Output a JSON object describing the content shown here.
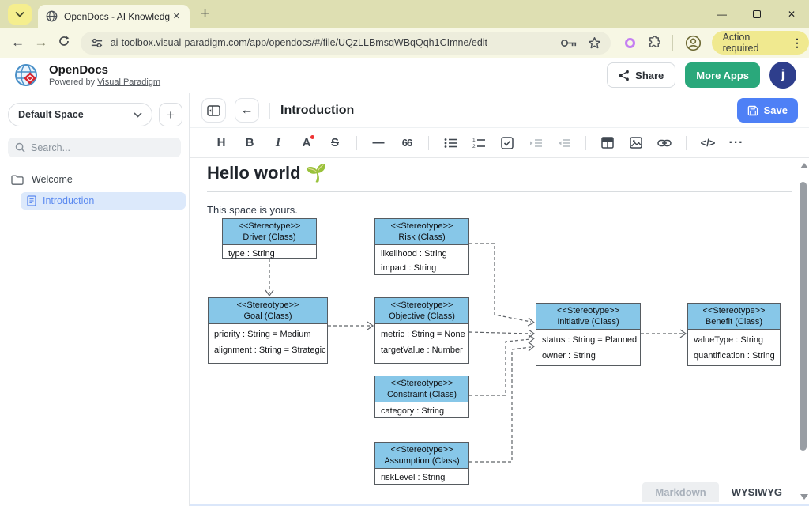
{
  "browser": {
    "tab_title": "OpenDocs - AI Knowledge Base",
    "url": "ai-toolbox.visual-paradigm.com/app/opendocs/#/file/UQzLLBmsqWBqQqh1CImne/edit",
    "action_required_label": "Action required"
  },
  "icons": {
    "back": "←",
    "forward": "→",
    "tab_close": "✕",
    "window_close": "✕",
    "window_minimize": "—",
    "new_tab": "+",
    "kebab": "⋮",
    "plus": "+"
  },
  "header": {
    "app_name": "OpenDocs",
    "powered_by_prefix": "Powered by ",
    "powered_by_link": "Visual Paradigm",
    "share_label": "Share",
    "more_apps_label": "More Apps",
    "avatar_initial": "j"
  },
  "sidebar": {
    "space_selector_value": "Default Space",
    "search_placeholder": "Search...",
    "tree": [
      {
        "label": "Welcome",
        "type": "folder"
      },
      {
        "label": "Introduction",
        "type": "document",
        "selected": true
      }
    ]
  },
  "doc": {
    "title": "Introduction",
    "save_label": "Save",
    "heading": "Hello world 🌱",
    "intro_text": "This space is yours.",
    "footer": {
      "markdown_label": "Markdown",
      "wysiwyg_label": "WYSIWYG"
    }
  },
  "editor_toolbar": {
    "heading": "H",
    "bold": "B",
    "italic": "I",
    "text_color": "A",
    "strikethrough": "S",
    "horizontal_rule": "—",
    "blockquote": "66",
    "code": "</>",
    "more": "···"
  },
  "diagram": {
    "stereotype_label": "<<Stereotype>>",
    "classes": [
      {
        "name": "Driver (Class)",
        "attrs": [
          "type : String"
        ]
      },
      {
        "name": "Risk (Class)",
        "attrs": [
          "likelihood : String",
          "impact : String"
        ]
      },
      {
        "name": "Goal (Class)",
        "attrs": [
          "priority : String = Medium",
          "alignment : String = Strategic"
        ]
      },
      {
        "name": "Objective (Class)",
        "attrs": [
          "metric : String = None",
          "targetValue : Number"
        ]
      },
      {
        "name": "Initiative (Class)",
        "attrs": [
          "status : String = Planned",
          "owner : String"
        ]
      },
      {
        "name": "Benefit (Class)",
        "attrs": [
          "valueType : String",
          "quantification : String"
        ]
      },
      {
        "name": "Constraint (Class)",
        "attrs": [
          "category : String"
        ]
      },
      {
        "name": "Assumption (Class)",
        "attrs": [
          "riskLevel : String"
        ]
      }
    ],
    "colors": {
      "header_fill": "#87c7e8",
      "border": "#565b60"
    }
  },
  "theme_colors": {
    "tab_strip_bg": "#dedfb2",
    "toolbar_bg": "#f7f7e4",
    "action_pill_bg": "#f0e98f",
    "more_apps_green": "#2aa87b",
    "save_blue": "#4e80f6",
    "avatar_navy": "#2e3e8c",
    "selected_item_bg": "#dce9fb",
    "selected_item_text": "#5b8af0"
  }
}
